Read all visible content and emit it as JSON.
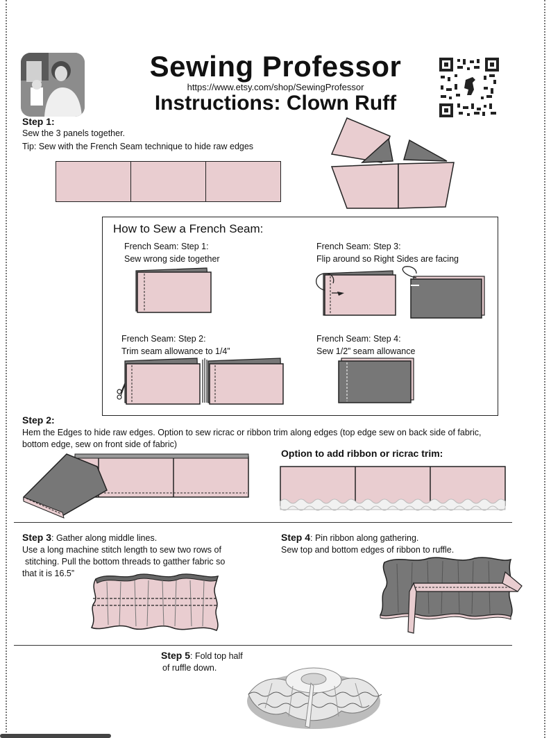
{
  "header": {
    "title": "Sewing Professor",
    "url": "https://www.etsy.com/shop/SewingProfessor",
    "subtitle": "Instructions: Clown Ruff"
  },
  "step1": {
    "heading": "Step 1:",
    "line1": "Sew the 3 panels together.",
    "line2": "Tip: Sew with the French Seam technique to hide raw edges"
  },
  "french_seam": {
    "title": "How to Sew a French  Seam:",
    "s1_title": "French Seam: Step 1:",
    "s1_text": "Sew wrong side together",
    "s2_title": "French Seam: Step 2:",
    "s2_text": "Trim seam allowance to 1/4”",
    "s3_title": "French Seam: Step 3:",
    "s3_text": "Flip around so Right Sides are facing",
    "s4_title": "French Seam: Step 4:",
    "s4_text": "Sew 1/2” seam allowance"
  },
  "step2": {
    "heading": "Step 2:",
    "text": "Hem the Edges to hide raw edges. Option to sew ricrac or ribbon trim along edges (top edge sew on back side of fabric, bottom edge, sew on front side of fabric)",
    "option": "Option to add ribbon or ricrac trim:"
  },
  "step3": {
    "heading": "Step 3",
    "text_a": ": Gather along middle lines.",
    "text_b": "Use a long machine stitch length to sew two rows of",
    "text_c": "stitching. Pull the bottom threads to gatther fabric so",
    "text_d": "that it is 16.5”"
  },
  "step4": {
    "heading": "Step 4",
    "text_a": ": Pin ribbon along gathering.",
    "text_b": "Sew top and bottom edges of ribbon to ruffle."
  },
  "step5": {
    "heading": "Step 5",
    "text_a": ": Fold top half",
    "text_b": "of ruffle down."
  },
  "colors": {
    "pink": "#e9cdd0",
    "gray": "#777777",
    "outline": "#222222"
  },
  "icons": [
    "photo-avatar",
    "qr-code-icon",
    "scissors-icon",
    "flip-arrow-icon"
  ]
}
